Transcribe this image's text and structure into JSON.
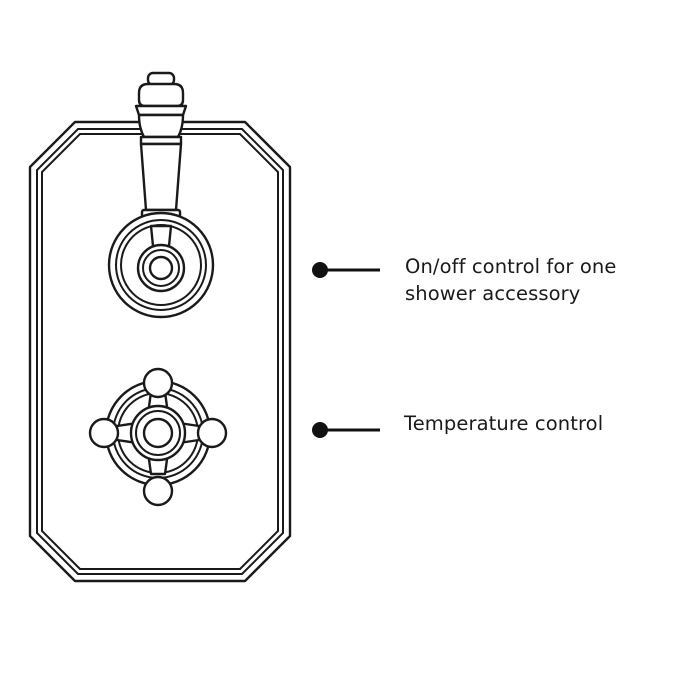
{
  "callouts": {
    "onoff": {
      "line1": "On/off control for one",
      "line2": "shower accessory"
    },
    "temperature": {
      "label": "Temperature control"
    }
  },
  "colors": {
    "line": "#1a1a1a",
    "background": "#ffffff"
  }
}
